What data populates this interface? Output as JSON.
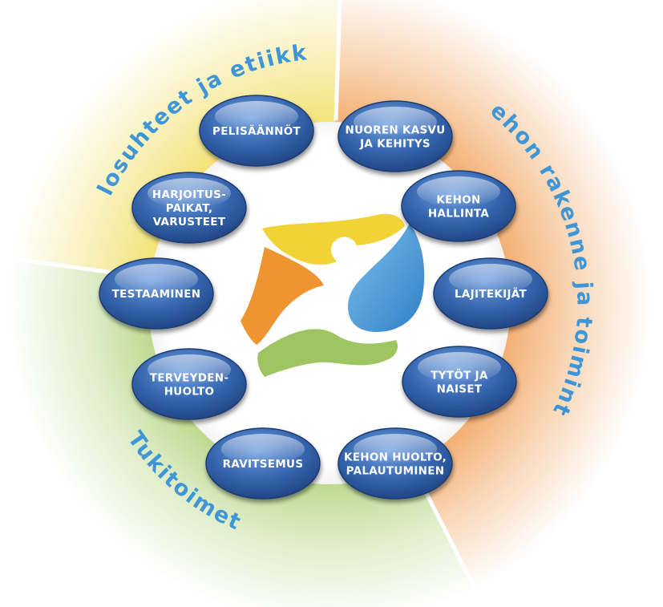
{
  "sectors": [
    {
      "id": "olosuhteet",
      "label": "Olosuhteet ja etiikka",
      "color": "#f3e57a"
    },
    {
      "id": "kehon",
      "label": "Kehon rakenne ja toiminta",
      "color": "#f3b076"
    },
    {
      "id": "tukitoimet",
      "label": "Tukitoimet",
      "color": "#bcd98e"
    }
  ],
  "nodes": [
    {
      "id": "pelisaannot",
      "lines": [
        "PELISÄÄNNÖT"
      ]
    },
    {
      "id": "nuoren-kasvu",
      "lines": [
        "NUOREN KASVU",
        "JA KEHITYS"
      ]
    },
    {
      "id": "kehon-hallinta",
      "lines": [
        "KEHON",
        "HALLINTA"
      ]
    },
    {
      "id": "lajitekijat",
      "lines": [
        "LAJITEKIJÄT"
      ]
    },
    {
      "id": "tytot-naiset",
      "lines": [
        "TYTÖT JA",
        "NAISET"
      ]
    },
    {
      "id": "kehon-huolto",
      "lines": [
        "KEHON HUOLTO,",
        "PALAUTUMINEN"
      ]
    },
    {
      "id": "ravitsemus",
      "lines": [
        "RAVITSEMUS"
      ]
    },
    {
      "id": "terveydenhuolto",
      "lines": [
        "TERVEYDEN-",
        "HUOLTO"
      ]
    },
    {
      "id": "testaaminen",
      "lines": [
        "TESTAAMINEN"
      ]
    },
    {
      "id": "harjoituspaikat",
      "lines": [
        "HARJOITUS-",
        "PAIKAT,",
        "VARUSTEET"
      ]
    }
  ],
  "logo": {
    "colors": {
      "yellow": "#f2d335",
      "orange": "#ee9430",
      "green": "#9fc562",
      "blue": "#4d9ed8"
    }
  },
  "node_color": "#3262a8"
}
